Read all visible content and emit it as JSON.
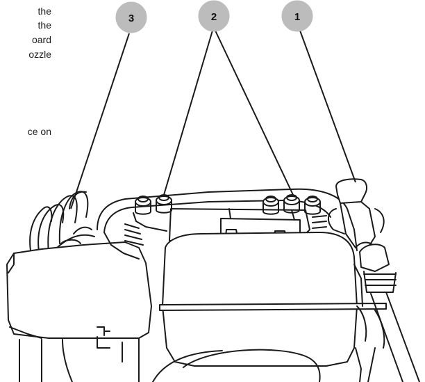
{
  "text_fragments": [
    "the",
    "the",
    "oard",
    "ozzle",
    "ce on"
  ],
  "callouts": [
    {
      "label": "3"
    },
    {
      "label": "2"
    },
    {
      "label": "1"
    }
  ],
  "colors": {
    "callout_fill": "#bcbcbc",
    "stroke": "#1a1a1a"
  }
}
